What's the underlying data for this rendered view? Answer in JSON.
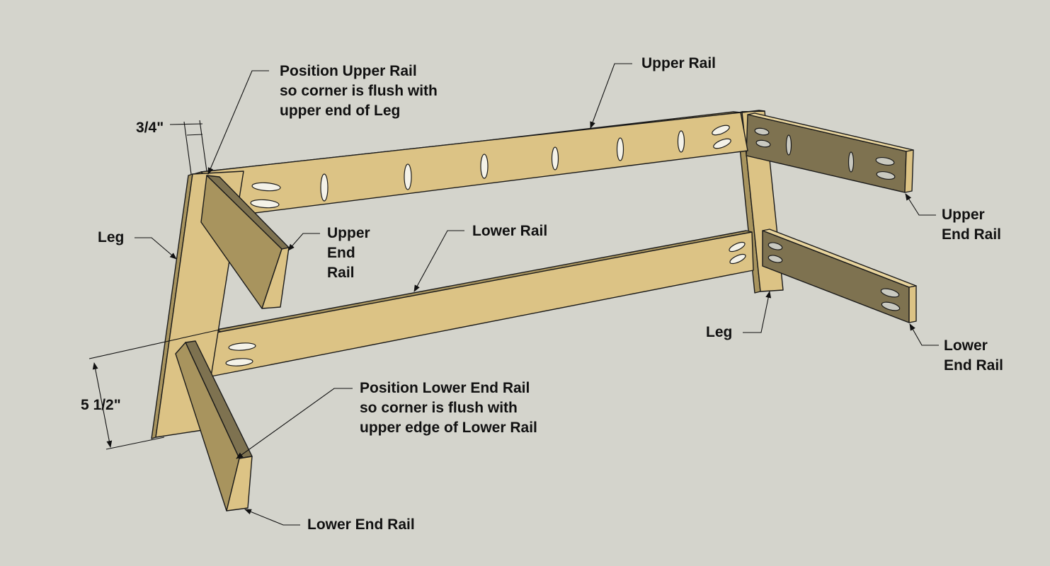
{
  "colors": {
    "background": "#d4d4cc",
    "wood_face": "#dcc385",
    "wood_edge": "#a8945e",
    "wood_dark": "#7e7250",
    "wood_light": "#e7d39c",
    "hole": "#f4f2e8"
  },
  "labels": {
    "upper_rail_top": "Upper Rail",
    "position_upper": "Position Upper Rail\nso corner is flush with\nupper end of Leg",
    "dim_three_quarter": "3/4\"",
    "leg_left": "Leg",
    "upper_end_rail_left": "Upper\nEnd\nRail",
    "lower_rail": "Lower Rail",
    "upper_end_rail_right": "Upper\nEnd Rail",
    "leg_right": "Leg",
    "lower_end_rail_right": "Lower\nEnd Rail",
    "dim_five_half": "5 1/2\"",
    "position_lower": "Position Lower End Rail\nso corner is flush with\nupper edge of Lower Rail",
    "lower_end_rail_bottom": "Lower End Rail"
  }
}
